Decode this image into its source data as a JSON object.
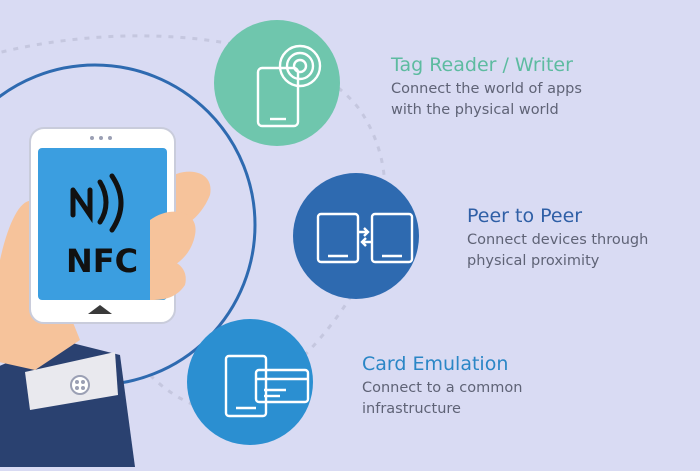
{
  "colors": {
    "background": "#d9dbf3",
    "teal": "#6fc6ad",
    "teal_text": "#5dbba0",
    "mid_blue": "#2e6ab0",
    "mid_blue_text": "#2f5fa6",
    "sky_blue": "#2b8fd1",
    "sky_blue_text": "#2a86c6",
    "phone_body": "#ffffff",
    "screen": "#3b9ee0",
    "skin": "#f6c39b",
    "sleeve": "#2a4170"
  },
  "phone": {
    "logo_text": "NFC",
    "logo_icon": "nfc-wave-icon"
  },
  "features": [
    {
      "title": "Tag Reader / Writer",
      "line1": "Connect the world of apps",
      "line2": "with the physical world",
      "icon": "phone-tag-signal-icon"
    },
    {
      "title": "Peer to Peer",
      "line1": "Connect devices through",
      "line2": "physical proximity",
      "icon": "two-phones-exchange-icon"
    },
    {
      "title": "Card Emulation",
      "line1": "Connect to a common",
      "line2": "infrastructure",
      "icon": "phone-card-icon"
    }
  ]
}
